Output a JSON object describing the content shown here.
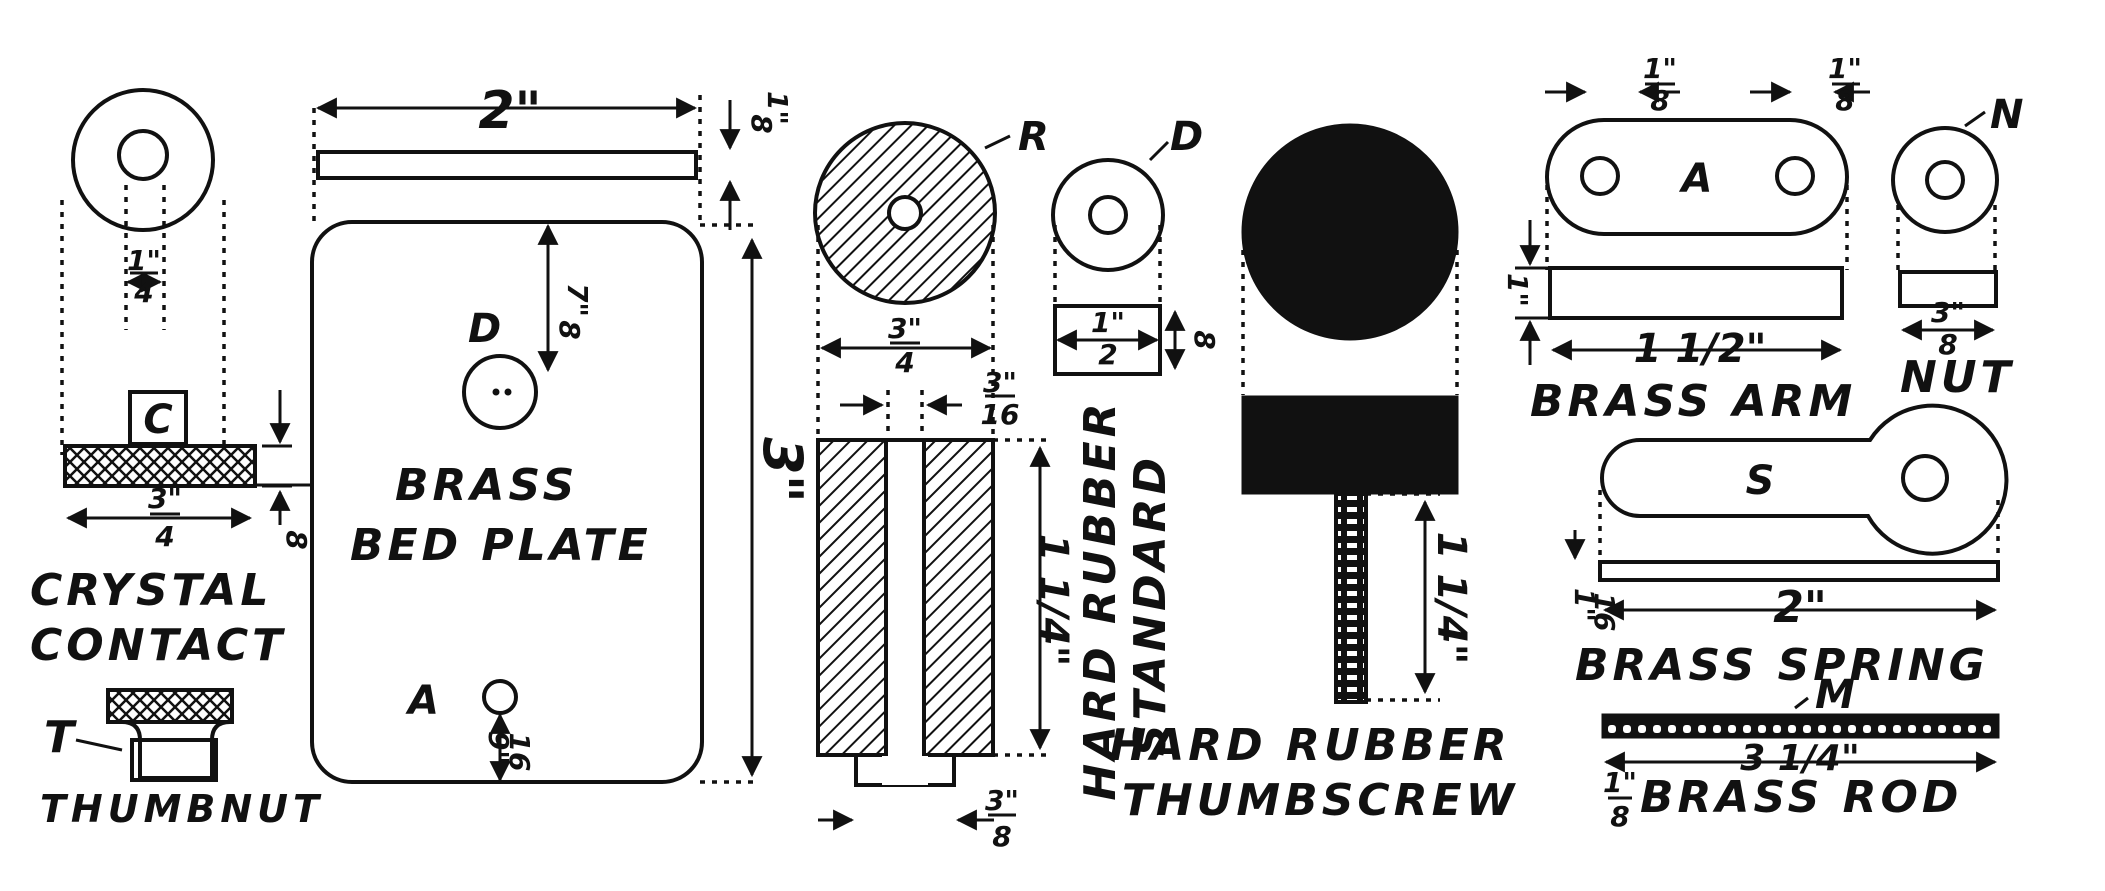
{
  "labels": {
    "crystal_contact_1": "CRYSTAL",
    "crystal_contact_2": "CONTACT",
    "thumbnut": "THUMBNUT",
    "bed_plate_1": "BRASS",
    "bed_plate_2": "BED PLATE",
    "standard_1": "HARD RUBBER",
    "standard_2": "STANDARD",
    "thumbscrew_1": "HARD RUBBER",
    "thumbscrew_2": "THUMBSCREW",
    "brass_arm": "BRASS ARM",
    "nut": "NUT",
    "brass_spring": "BRASS  SPRING",
    "brass_rod": "BRASS ROD"
  },
  "letters": {
    "c": "C",
    "a_plate": "A",
    "d_plate": "D",
    "t": "T",
    "r": "R",
    "d": "D",
    "a_arm": "A",
    "n": "N",
    "s": "S",
    "m": "M"
  },
  "dims": {
    "two_in": "2\"",
    "three_in": "3\"",
    "one_eighth": "1\"/8",
    "one_fourth": "1\"/4",
    "three_fourths": "3\"/4",
    "seven_eighths": "7\"/8",
    "nine_sixteenths": "9\"/16",
    "three_sixteenths": "3\"/16",
    "three_eighths": "3\"/8",
    "one_half": "1\"/2",
    "one_quarter_in": "1 1/4\"",
    "one_and_half": "1 1/2\"",
    "one_sixteenth": "1\"/16",
    "three_and_quarter": "3 1/4\"",
    "one_eighth_rod": "1\"/8"
  }
}
